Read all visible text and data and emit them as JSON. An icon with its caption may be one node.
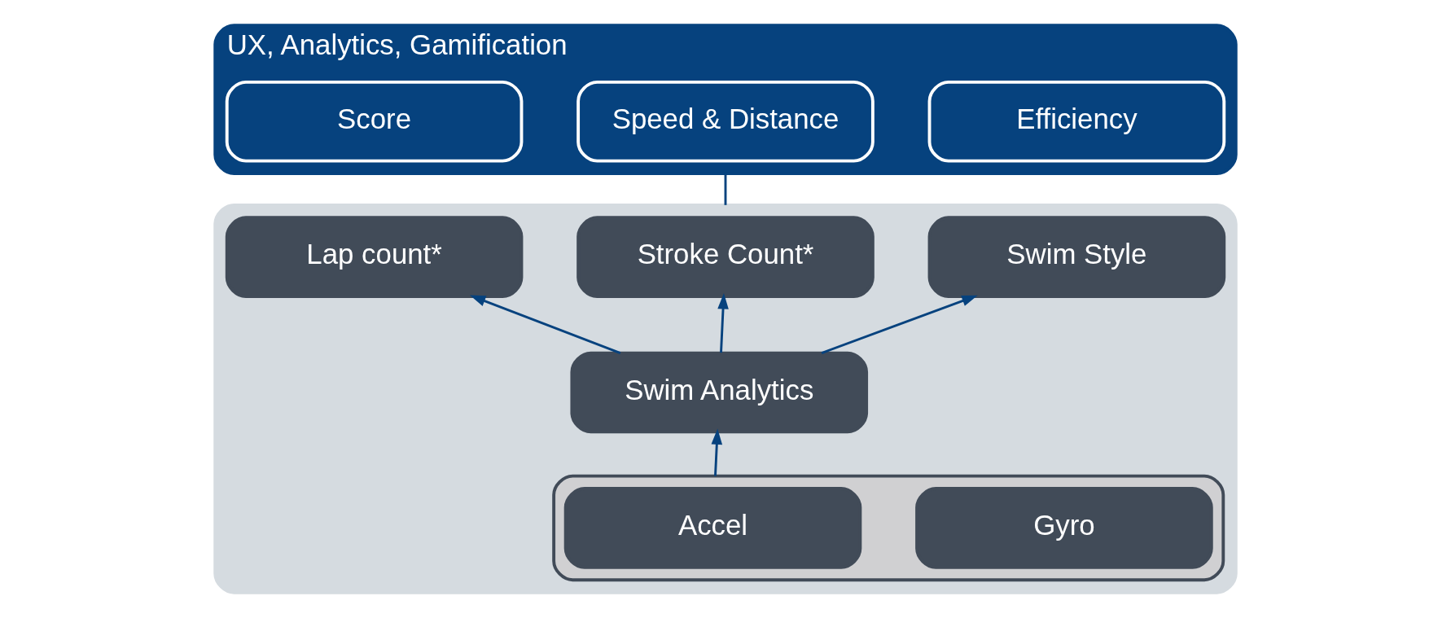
{
  "diagram": {
    "nodes": [
      {
        "text": [
          "UX, Analytics, Gamification"
        ]
      },
      {
        "text": [
          "Score"
        ],
        "in": 0
      },
      {
        "text": [
          "Speed & Distance"
        ],
        "in": 0
      },
      {
        "text": [
          "Efficiency"
        ],
        "in": 0
      },
      {
        "text": [],
        "shape": "box"
      },
      {
        "text": [
          "Lap count*"
        ],
        "in": 4
      },
      {
        "text": [
          "Stroke Count*"
        ],
        "in": 4
      },
      {
        "text": [
          "Swim Style"
        ],
        "in": 4
      },
      {
        "text": [
          "Swim Analytics"
        ],
        "in": 4
      },
      {
        "text": [],
        "shape": "box",
        "in": 4
      },
      {
        "text": [
          "Accel"
        ],
        "in": 9
      },
      {
        "text": [
          "Gyro"
        ],
        "in": 9
      }
    ],
    "edges": [
      {
        "from": 4,
        "to": 0,
        "arrow": "none"
      },
      {
        "from": 8,
        "to": 5,
        "arrow": "to"
      },
      {
        "from": 8,
        "to": 6,
        "arrow": "to"
      },
      {
        "from": 8,
        "to": 7,
        "arrow": "to"
      },
      {
        "from": 9,
        "to": 8,
        "arrow": "to"
      }
    ]
  }
}
